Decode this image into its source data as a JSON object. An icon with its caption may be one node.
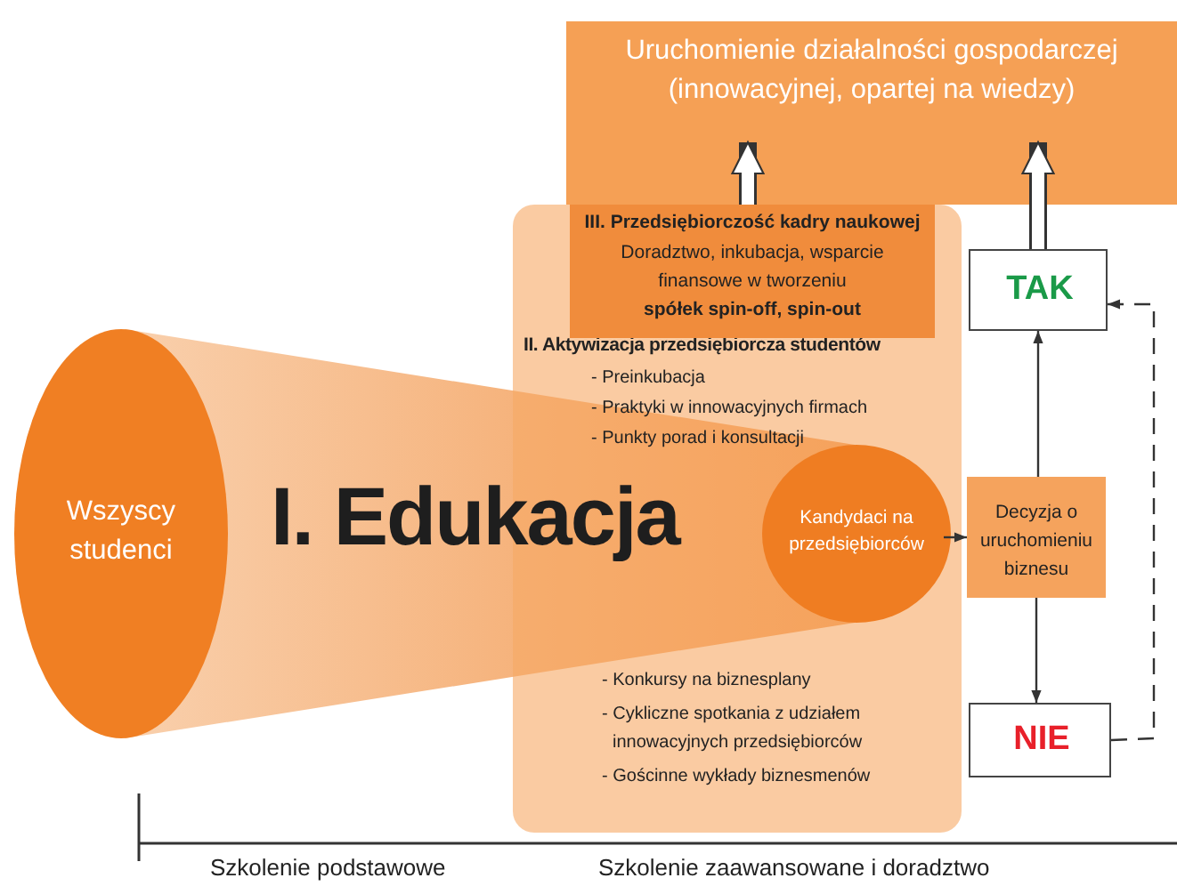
{
  "diagram": {
    "nodes": [
      {
        "text": [
          "Uruchomienie działalności gospodarczej (innowacyjnej, opartej na wiedzy)"
        ]
      },
      {
        "text": [
          "III. Przedsiębiorczość kadry naukowej",
          "Doradztwo, inkubacja, wsparcie finansowe w tworzeniu",
          "spółek spin-off, spin-out"
        ],
        "in": 2
      },
      {
        "text": [
          "II. Aktywizacja przedsiębiorcza studentów",
          "- Preinkubacja",
          "- Praktyki w innowacyjnych firmach",
          "- Punkty porad i konsultacji",
          "- Konkursy na biznesplany",
          "- Cykliczne spotkania z udziałem innowacyjnych przedsiębiorców",
          "- Gościnne wykłady biznesmenów"
        ]
      },
      {
        "text": [
          "TAK"
        ]
      },
      {
        "text": [
          "Wszyscy studenci"
        ]
      },
      {
        "text": [
          "I. Edukacja"
        ]
      },
      {
        "text": [
          "Kandydaci na przedsiębiorców"
        ],
        "in": 2
      },
      {
        "text": [
          "Decyzja o uruchomieniu biznesu"
        ]
      },
      {
        "text": [
          "NIE"
        ]
      }
    ],
    "edges": [
      {
        "from": 1,
        "to": 0,
        "arrow": "to",
        "style": "thick"
      },
      {
        "from": 3,
        "to": 0,
        "arrow": "to",
        "style": "thick"
      },
      {
        "from": 6,
        "to": 7,
        "arrow": "to"
      },
      {
        "from": 7,
        "to": 3,
        "arrow": "to"
      },
      {
        "from": 7,
        "to": 8,
        "arrow": "to"
      },
      {
        "from": 8,
        "to": 3,
        "arrow": "to",
        "style": "dashed"
      }
    ],
    "labels": [
      "Szkolenie podstawowe",
      "Szkolenie zaawansowane i doradztwo"
    ]
  }
}
